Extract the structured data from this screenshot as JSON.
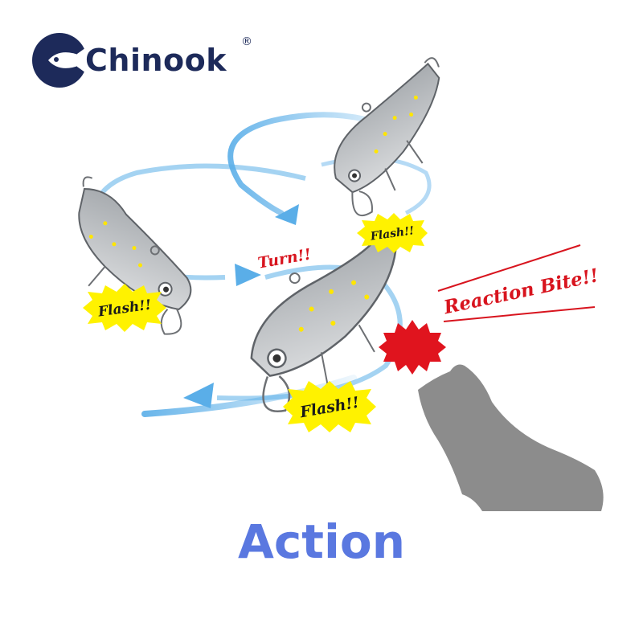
{
  "brand": {
    "name": "Chinook",
    "registered": "®",
    "color": "#1d2a5a"
  },
  "diagram": {
    "labels": {
      "flash_left": "Flash!!",
      "flash_top": "Flash!!",
      "flash_bottom": "Flash!!",
      "turn": "Turn!!",
      "reaction": "Reaction Bite!!"
    },
    "colors": {
      "flow_arrow": "#5aaee8",
      "callout_red": "#d8141e",
      "burst_yellow": "#fff200",
      "lure_gray": "#b8bcc0",
      "fish_silhouette": "#8c8c8c",
      "sparkle": "#ffe600"
    },
    "icons": [
      "lure-icon",
      "fish-silhouette-icon",
      "burst-icon",
      "sparkle-icon"
    ]
  },
  "caption": {
    "text": "Action",
    "color": "#5a78e0"
  }
}
